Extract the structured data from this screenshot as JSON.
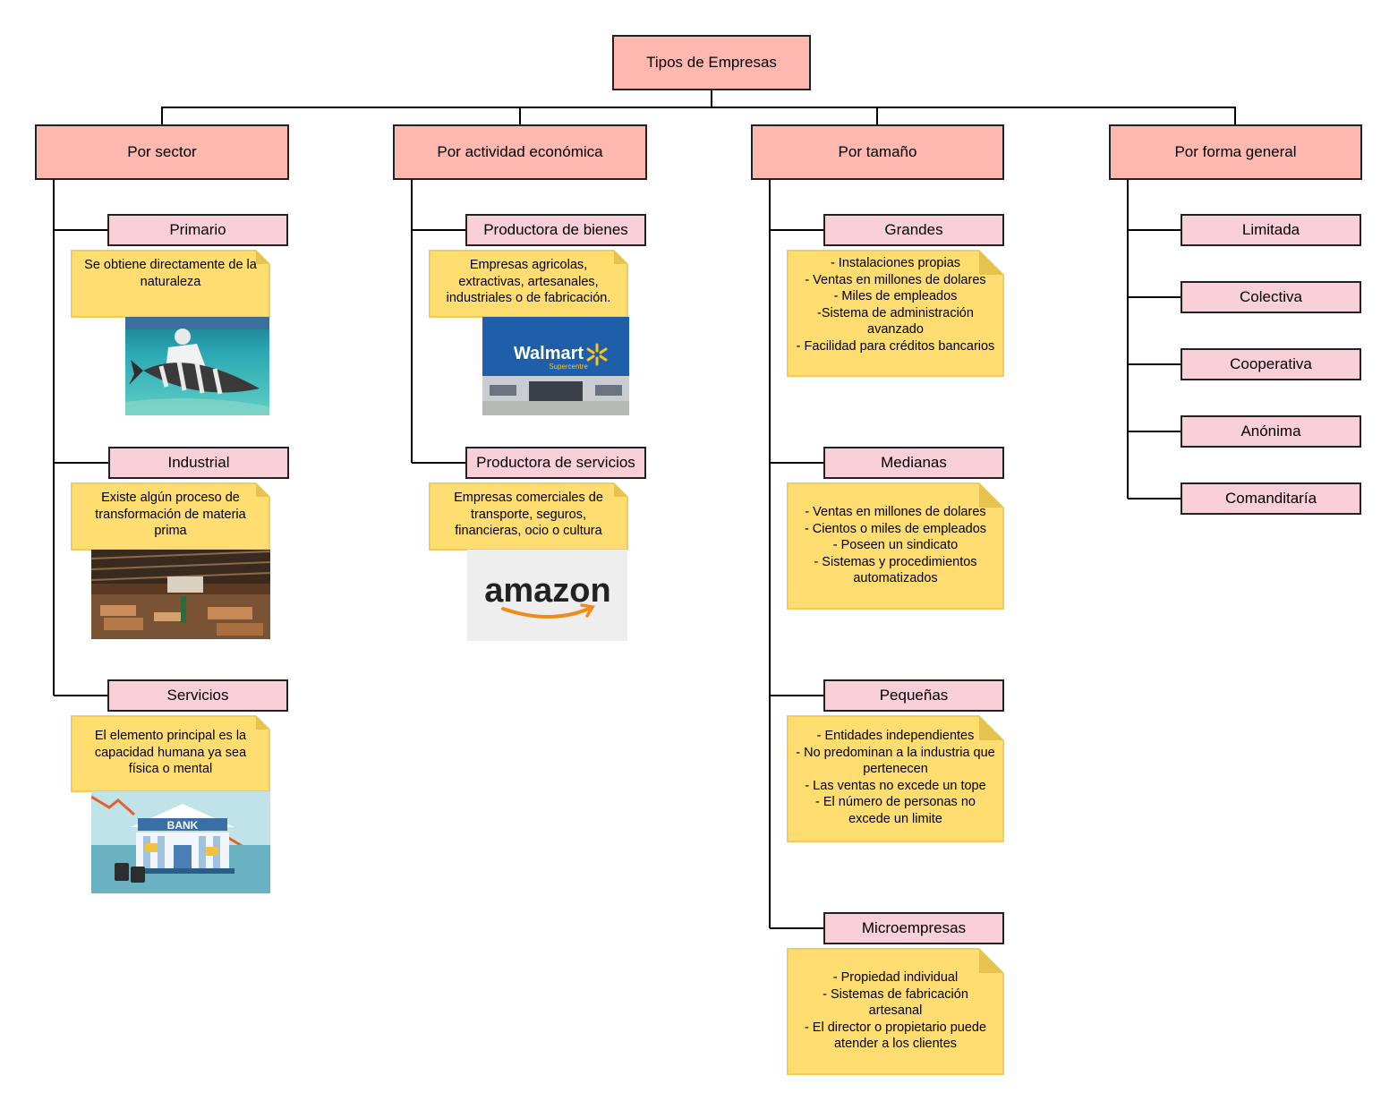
{
  "root": {
    "label": "Tipos de Empresas"
  },
  "categories": {
    "sector": "Por sector",
    "actividad": "Por actividad económica",
    "tamano": "Por tamaño",
    "forma": "Por forma general"
  },
  "sector": {
    "primario": {
      "label": "Primario",
      "note": "Se obtiene directamente de la naturaleza"
    },
    "industrial": {
      "label": "Industrial",
      "note": "Existe algún proceso de transformación de materia prima"
    },
    "servicios": {
      "label": "Servicios",
      "note": "El elemento principal es la capacidad humana ya sea física o mental"
    }
  },
  "actividad": {
    "bienes": {
      "label": "Productora de bienes",
      "note": "Empresas agricolas, extractivas, artesanales, industriales o de fabricación."
    },
    "servicios": {
      "label": "Productora de servicios",
      "note": "Empresas comerciales de transporte, seguros, financieras, ocio o cultura"
    },
    "walmart_logo": "Walmart",
    "walmart_sub": "Supercentre",
    "amazon_logo": "amazon",
    "bank_sign": "BANK"
  },
  "tamano": {
    "grandes": {
      "label": "Grandes",
      "note": "- Instalaciones propias\n- Ventas en millones de dolares\n- Miles de empleados\n-Sistema de administración avanzado\n- Facilidad para créditos bancarios"
    },
    "medianas": {
      "label": "Medianas",
      "note": "- Ventas en millones de dolares\n- Cientos o miles de empleados\n- Poseen un sindicato\n- Sistemas y procedimientos automatizados"
    },
    "pequenas": {
      "label": "Pequeñas",
      "note": "- Entidades independientes\n- No predominan a la industria que pertenecen\n- Las ventas no excede un tope\n- El número de personas no excede un limite"
    },
    "micro": {
      "label": "Microempresas",
      "note": "- Propiedad individual\n- Sistemas de fabricación artesanal\n- El director o propietario puede atender a los clientes"
    }
  },
  "forma": {
    "items": [
      "Limitada",
      "Colectiva",
      "Cooperativa",
      "Anónima",
      "Comanditaría"
    ]
  },
  "colors": {
    "category_fill": "#ffb8b0",
    "sub_fill": "#f9d0da",
    "note_fill": "#ffdd71",
    "line": "#000000"
  }
}
